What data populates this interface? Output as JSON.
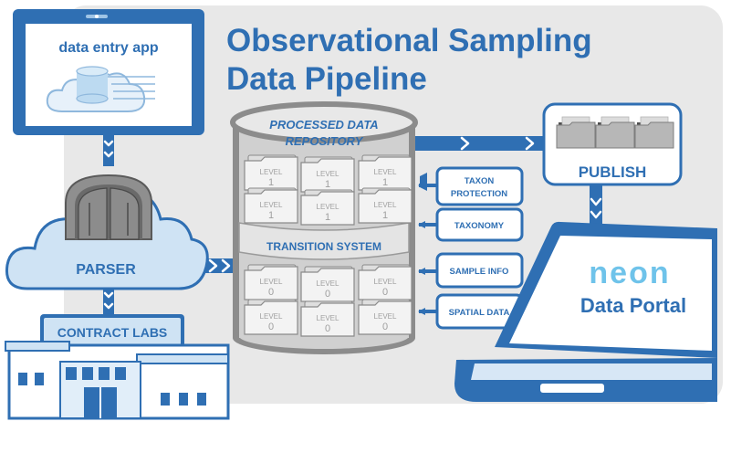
{
  "title": {
    "line1": "Observational Sampling",
    "line2": "Data Pipeline"
  },
  "tablet": {
    "label": "data entry app"
  },
  "parser": {
    "label": "PARSER"
  },
  "contract_labs": {
    "label": "CONTRACT LABS"
  },
  "repository": {
    "label_line1": "PROCESSED DATA",
    "label_line2": "REPOSITORY",
    "transition_label": "TRANSITION SYSTEM",
    "level1_folder": {
      "word": "LEVEL",
      "num": "1"
    },
    "level0_folder": {
      "word": "LEVEL",
      "num": "0"
    }
  },
  "side_boxes": {
    "taxon_line1": "TAXON",
    "taxon_line2": "PROTECTION",
    "taxonomy": "TAXONOMY",
    "sample_info": "SAMPLE INFO",
    "spatial_data": "SPATIAL DATA"
  },
  "publish": {
    "label": "PUBLISH"
  },
  "portal": {
    "logo": "neon",
    "label": "Data Portal"
  },
  "colors": {
    "primary": "#2f6fb3",
    "light_blue": "#cfe3f4",
    "panel": "#e8e8e8",
    "logo_blue": "#6fc3ea"
  }
}
